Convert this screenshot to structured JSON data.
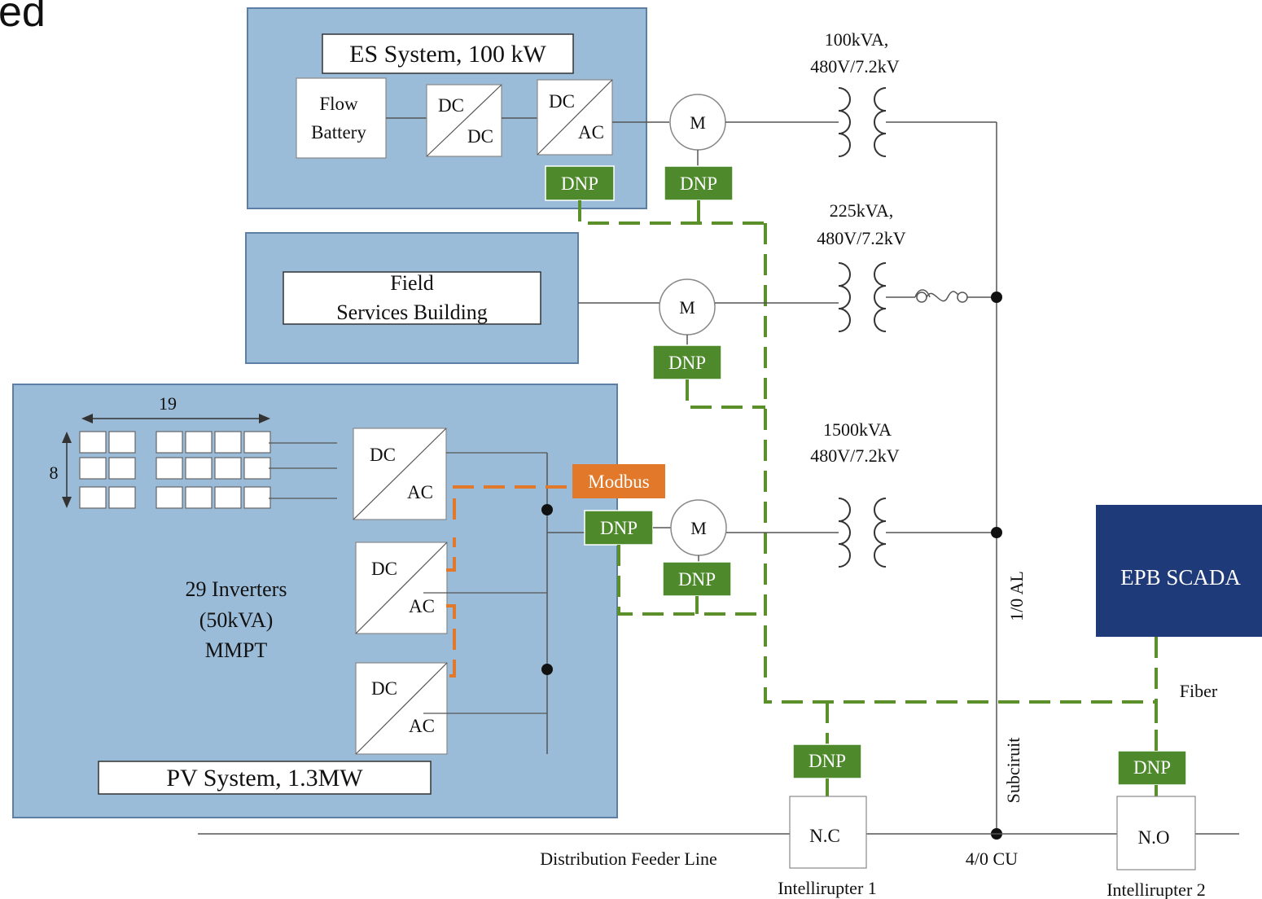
{
  "fragment_text": "ed",
  "colors": {
    "panel_fill": "#9bbcd9",
    "panel_stroke": "#5c7fa3",
    "dnp_fill": "#4e8a2c",
    "modbus_fill": "#e2782a",
    "scada_fill": "#1f3a78",
    "green_bus": "#5a8f2a",
    "orange_bus": "#e2782a",
    "line": "#555555"
  },
  "es_system": {
    "title": "ES System, 100 kW",
    "battery_line1": "Flow",
    "battery_line2": "Battery",
    "dcdc_top": "DC",
    "dcdc_bottom": "DC",
    "dcac_top": "DC",
    "dcac_bottom": "AC",
    "dnp_inverter": "DNP",
    "dnp_meter": "DNP",
    "meter": "M"
  },
  "field_services": {
    "line1": "Field",
    "line2": "Services Building",
    "meter": "M",
    "dnp": "DNP"
  },
  "pv_system": {
    "title": "PV System, 1.3MW",
    "array_cols": "19",
    "array_rows": "8",
    "inverters_line1": "29 Inverters",
    "inverters_line2": "(50kVA)",
    "inverters_line3": "MMPT",
    "inv1_top": "DC",
    "inv1_bottom": "AC",
    "inv2_top": "DC",
    "inv2_bottom": "AC",
    "inv3_top": "DC",
    "inv3_bottom": "AC",
    "modbus": "Modbus",
    "dnp_pv": "DNP",
    "meter": "M",
    "dnp_meter": "DNP"
  },
  "transformers": {
    "t1_line1": "100kVA,",
    "t1_line2": "480V/7.2kV",
    "t2_line1": "225kVA,",
    "t2_line2": "480V/7.2kV",
    "t3_line1": "1500kVA",
    "t3_line2": "480V/7.2kV"
  },
  "grid": {
    "al_label": "1/0 AL",
    "subcircuit_label": "Subciruit",
    "cu_label": "4/0 CU",
    "feeder_label": "Distribution Feeder Line",
    "fiber_label": "Fiber",
    "scada_label": "EPB SCADA",
    "ir1_dnp": "DNP",
    "ir1_state": "N.C",
    "ir1_name": "Intellirupter 1",
    "ir2_dnp": "DNP",
    "ir2_state": "N.O",
    "ir2_name": "Intellirupter 2"
  }
}
